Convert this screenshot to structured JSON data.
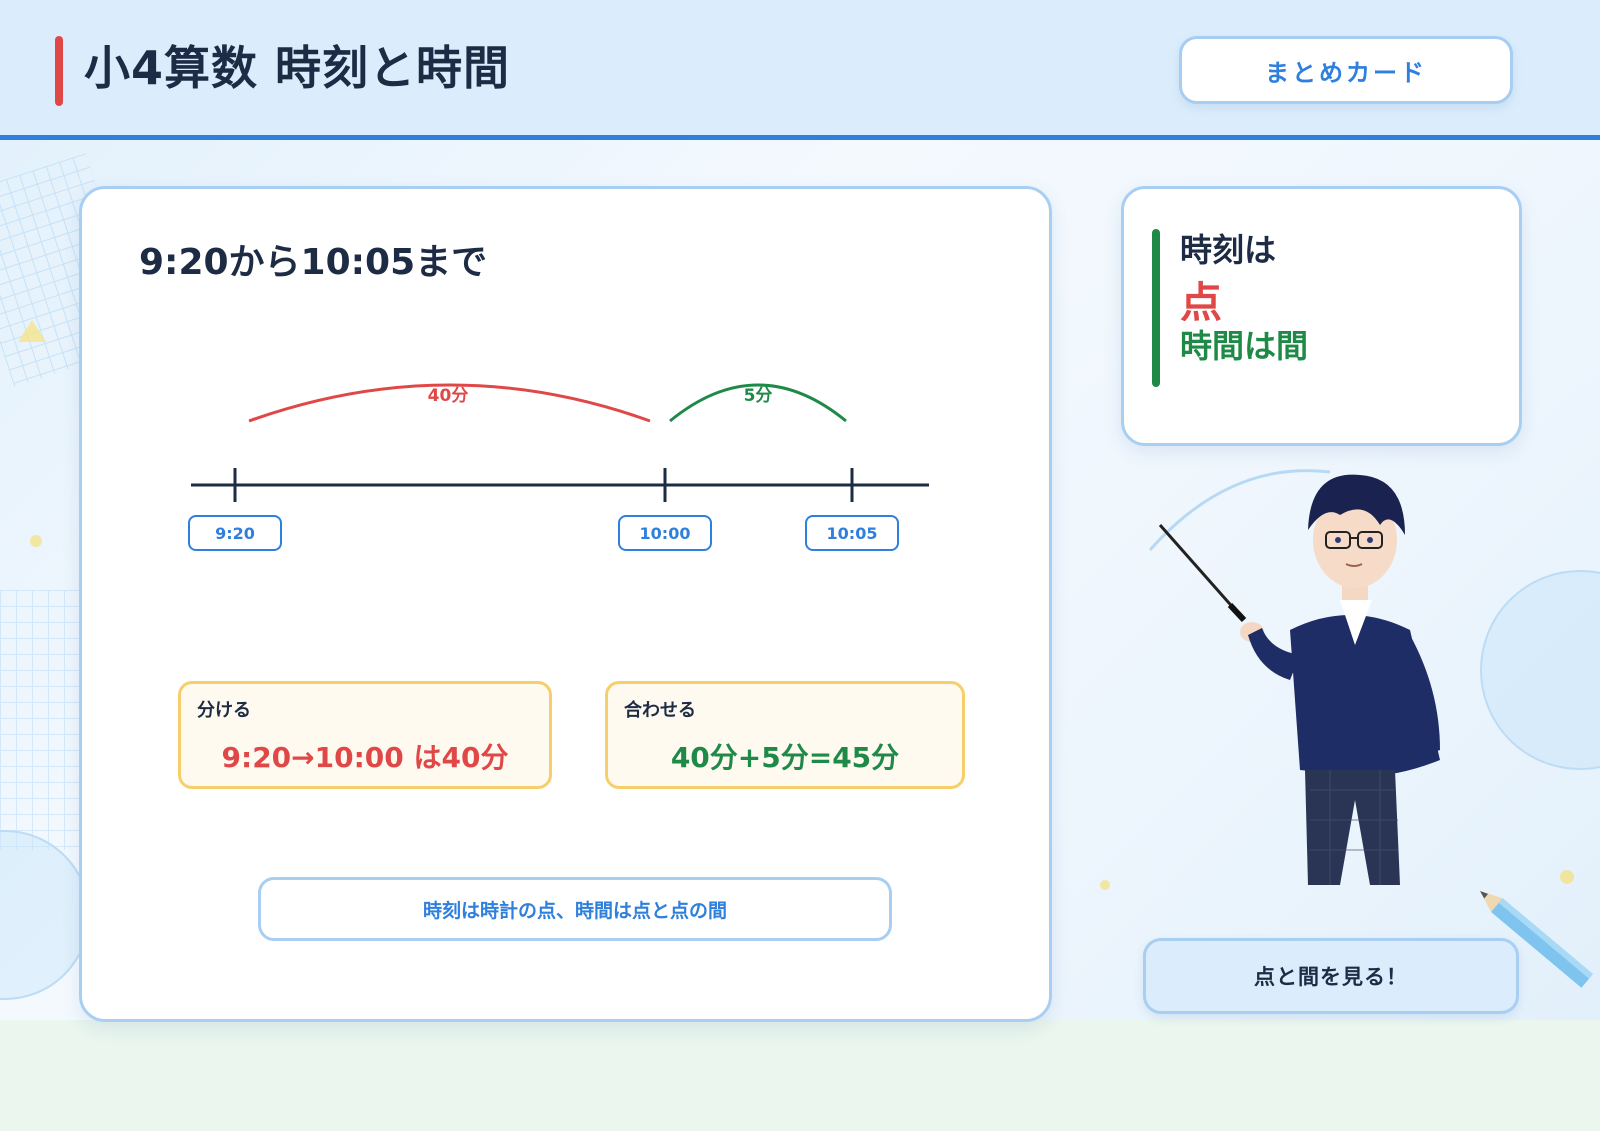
{
  "header": {
    "title": "小4算数 時刻と時間",
    "summary_button": "まとめカード"
  },
  "problem": {
    "statement": "9:20から10:05まで",
    "timeline": {
      "ticks": [
        "9:20",
        "10:00",
        "10:05"
      ],
      "arc_red_label": "40分",
      "arc_green_label": "5分"
    },
    "split_box": {
      "label": "分ける",
      "value": "9:20→10:00 は40分"
    },
    "combine_box": {
      "label": "合わせる",
      "value": "40分+5分=45分"
    },
    "note": "時刻は時計の点、時間は点と点の間"
  },
  "side_card": {
    "line1": "時刻は",
    "line2": "点",
    "line3": "時間は間"
  },
  "action_button": "点と間を見る！",
  "colors": {
    "accent_blue": "#2f7fdc",
    "red": "#e04848",
    "green": "#1f8a48",
    "yellow_border": "#f6cf6a",
    "navy_text": "#1d2b45"
  },
  "icons": {
    "teacher": "teacher-illustration",
    "pencil": "pencil-icon"
  }
}
